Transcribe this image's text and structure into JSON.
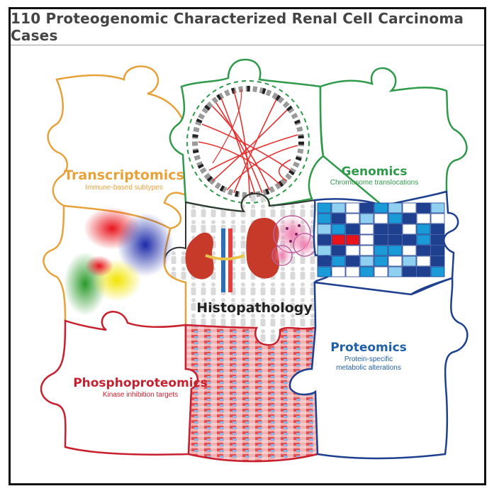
{
  "title": "110 Proteogenomic Characterized Renal Cell Carcinoma Cases",
  "pieces": {
    "transcriptomics": {
      "label": "Transcriptomics",
      "sublabel": "Immune-based subtypes",
      "color": "#e8a23a"
    },
    "genomics": {
      "label": "Genomics",
      "sublabel": "Chromosome translocations",
      "color": "#2f9a4a"
    },
    "histopathology": {
      "label": "Histopathology",
      "color": "#222222"
    },
    "proteomics": {
      "label": "Proteomics",
      "sublabel_line1": "Protein-specific",
      "sublabel_line2": "metabolic alterations",
      "color": "#1f5fa8"
    },
    "phosphoproteomics": {
      "label": "Phosphoproteomics",
      "sublabel": "Kinase inhibition targets",
      "color": "#c8202e"
    }
  }
}
